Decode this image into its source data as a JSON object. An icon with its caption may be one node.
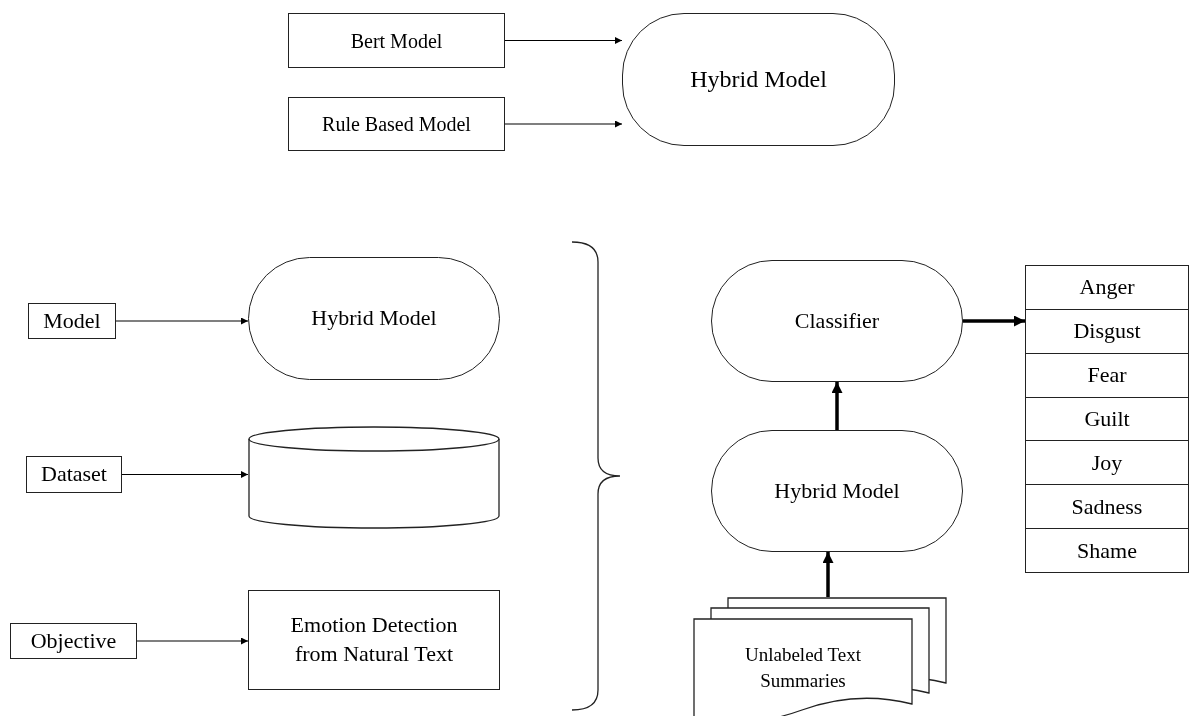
{
  "diagram": {
    "nodes": [
      {
        "text": [
          "Bert Model"
        ]
      },
      {
        "text": [
          "Rule Based Model"
        ]
      },
      {
        "text": [
          "Hybrid Model"
        ]
      },
      {
        "text": [
          "Model"
        ]
      },
      {
        "text": [
          "Hybrid Model"
        ]
      },
      {
        "text": [
          "Dataset"
        ]
      },
      {
        "text": [],
        "shape": "cylinder"
      },
      {
        "text": [
          "Objective"
        ]
      },
      {
        "text": [
          "Emotion Detection from Natural Text"
        ]
      },
      {
        "text": [
          "Classifier"
        ]
      },
      {
        "text": [
          "Hybrid Model"
        ]
      },
      {
        "text": [
          "Unlabeled Text Summaries"
        ]
      },
      {
        "text": [
          "Anger",
          "Disgust",
          "Fear",
          "Guilt",
          "Joy",
          "Sadness",
          "Shame"
        ]
      }
    ],
    "edges": [
      {
        "from": 0,
        "to": 2,
        "arrow": "to"
      },
      {
        "from": 1,
        "to": 2,
        "arrow": "to"
      },
      {
        "from": 3,
        "to": 4,
        "arrow": "to"
      },
      {
        "from": 5,
        "to": 6,
        "arrow": "to"
      },
      {
        "from": 7,
        "to": 8,
        "arrow": "to"
      },
      {
        "from": 11,
        "to": 10,
        "arrow": "to",
        "style": "thick"
      },
      {
        "from": 10,
        "to": 9,
        "arrow": "to",
        "style": "thick"
      },
      {
        "from": 9,
        "to": 12,
        "arrow": "to",
        "style": "thick"
      }
    ]
  }
}
